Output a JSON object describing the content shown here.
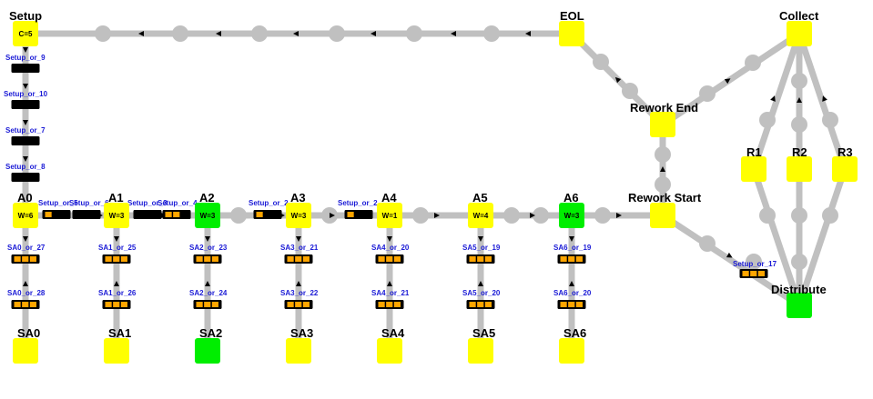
{
  "colors": {
    "track": "#c0c0c0",
    "node_yellow": "#ffff00",
    "node_green": "#00ee00",
    "buffer_fill": "#000000",
    "buffer_slot": "#ffa500",
    "label_blue": "#1a1ad6"
  },
  "nodes": [
    {
      "id": "Setup",
      "label": "Setup",
      "status": "yellow",
      "text": "C=5"
    },
    {
      "id": "EOL",
      "label": "EOL",
      "status": "yellow",
      "text": ""
    },
    {
      "id": "Collect",
      "label": "Collect",
      "status": "yellow",
      "text": ""
    },
    {
      "id": "ReworkEnd",
      "label": "Rework End",
      "status": "yellow",
      "text": ""
    },
    {
      "id": "ReworkStart",
      "label": "Rework Start",
      "status": "yellow",
      "text": ""
    },
    {
      "id": "R1",
      "label": "R1",
      "status": "yellow",
      "text": ""
    },
    {
      "id": "R2",
      "label": "R2",
      "status": "yellow",
      "text": ""
    },
    {
      "id": "R3",
      "label": "R3",
      "status": "yellow",
      "text": ""
    },
    {
      "id": "Distribute",
      "label": "Distribute",
      "status": "green",
      "text": ""
    },
    {
      "id": "A0",
      "label": "A0",
      "status": "yellow",
      "text": "W=6"
    },
    {
      "id": "A1",
      "label": "A1",
      "status": "yellow",
      "text": "W=3"
    },
    {
      "id": "A2",
      "label": "A2",
      "status": "green",
      "text": "W=3"
    },
    {
      "id": "A3",
      "label": "A3",
      "status": "yellow",
      "text": "W=3"
    },
    {
      "id": "A4",
      "label": "A4",
      "status": "yellow",
      "text": "W=1"
    },
    {
      "id": "A5",
      "label": "A5",
      "status": "yellow",
      "text": "W=4"
    },
    {
      "id": "A6",
      "label": "A6",
      "status": "green",
      "text": "W=3"
    },
    {
      "id": "SA0",
      "label": "SA0",
      "status": "yellow",
      "text": ""
    },
    {
      "id": "SA1",
      "label": "SA1",
      "status": "yellow",
      "text": ""
    },
    {
      "id": "SA2",
      "label": "SA2",
      "status": "green",
      "text": ""
    },
    {
      "id": "SA3",
      "label": "SA3",
      "status": "yellow",
      "text": ""
    },
    {
      "id": "SA4",
      "label": "SA4",
      "status": "yellow",
      "text": ""
    },
    {
      "id": "SA5",
      "label": "SA5",
      "status": "yellow",
      "text": ""
    },
    {
      "id": "SA6",
      "label": "SA6",
      "status": "yellow",
      "text": ""
    }
  ],
  "buffers": [
    {
      "id": "b_s9",
      "label": "Setup_or_9",
      "slots": [
        0,
        0,
        0
      ]
    },
    {
      "id": "b_s10",
      "label": "Setup_or_10",
      "slots": [
        0,
        0,
        0
      ]
    },
    {
      "id": "b_s7",
      "label": "Setup_or_7",
      "slots": [
        0,
        0,
        0
      ]
    },
    {
      "id": "b_s8",
      "label": "Setup_or_8",
      "slots": [
        0,
        0,
        0
      ]
    },
    {
      "id": "b_h1",
      "label": "Setup_or_5",
      "slots": [
        1,
        0,
        0
      ]
    },
    {
      "id": "b_h2",
      "label": "Setup_or_6",
      "slots": [
        0,
        0,
        0
      ]
    },
    {
      "id": "b_h3",
      "label": "Setup_or_3",
      "slots": [
        0,
        0,
        0
      ]
    },
    {
      "id": "b_h4",
      "label": "Setup_or_4",
      "slots": [
        1,
        1,
        0
      ]
    },
    {
      "id": "b_h5",
      "label": "Setup_or_2",
      "slots": [
        1,
        0,
        0
      ]
    },
    {
      "id": "b_h6",
      "label": "Setup_or_2",
      "slots": [
        1,
        0,
        0
      ]
    },
    {
      "id": "b_r17",
      "label": "Setup_or_17",
      "slots": [
        1,
        1,
        1
      ]
    },
    {
      "id": "b_sa0a",
      "label": "SA0_or_27",
      "slots": [
        1,
        1,
        1
      ]
    },
    {
      "id": "b_sa0b",
      "label": "SA0_or_28",
      "slots": [
        1,
        1,
        1
      ]
    },
    {
      "id": "b_sa1a",
      "label": "SA1_or_25",
      "slots": [
        1,
        1,
        1
      ]
    },
    {
      "id": "b_sa1b",
      "label": "SA1_or_26",
      "slots": [
        1,
        1,
        1
      ]
    },
    {
      "id": "b_sa2a",
      "label": "SA2_or_23",
      "slots": [
        1,
        1,
        1
      ]
    },
    {
      "id": "b_sa2b",
      "label": "SA2_or_24",
      "slots": [
        1,
        1,
        1
      ]
    },
    {
      "id": "b_sa3a",
      "label": "SA3_or_21",
      "slots": [
        1,
        1,
        1
      ]
    },
    {
      "id": "b_sa3b",
      "label": "SA3_or_22",
      "slots": [
        1,
        1,
        1
      ]
    },
    {
      "id": "b_sa4a",
      "label": "SA4_or_20",
      "slots": [
        1,
        1,
        1
      ]
    },
    {
      "id": "b_sa4b",
      "label": "SA4_or_21",
      "slots": [
        1,
        1,
        1
      ]
    },
    {
      "id": "b_sa5a",
      "label": "SA5_or_19",
      "slots": [
        1,
        1,
        1
      ]
    },
    {
      "id": "b_sa5b",
      "label": "SA5_or_20",
      "slots": [
        1,
        1,
        1
      ]
    },
    {
      "id": "b_sa6a",
      "label": "SA6_or_19",
      "slots": [
        1,
        1,
        1
      ]
    },
    {
      "id": "b_sa6b",
      "label": "SA6_or_20",
      "slots": [
        1,
        1,
        1
      ]
    }
  ]
}
